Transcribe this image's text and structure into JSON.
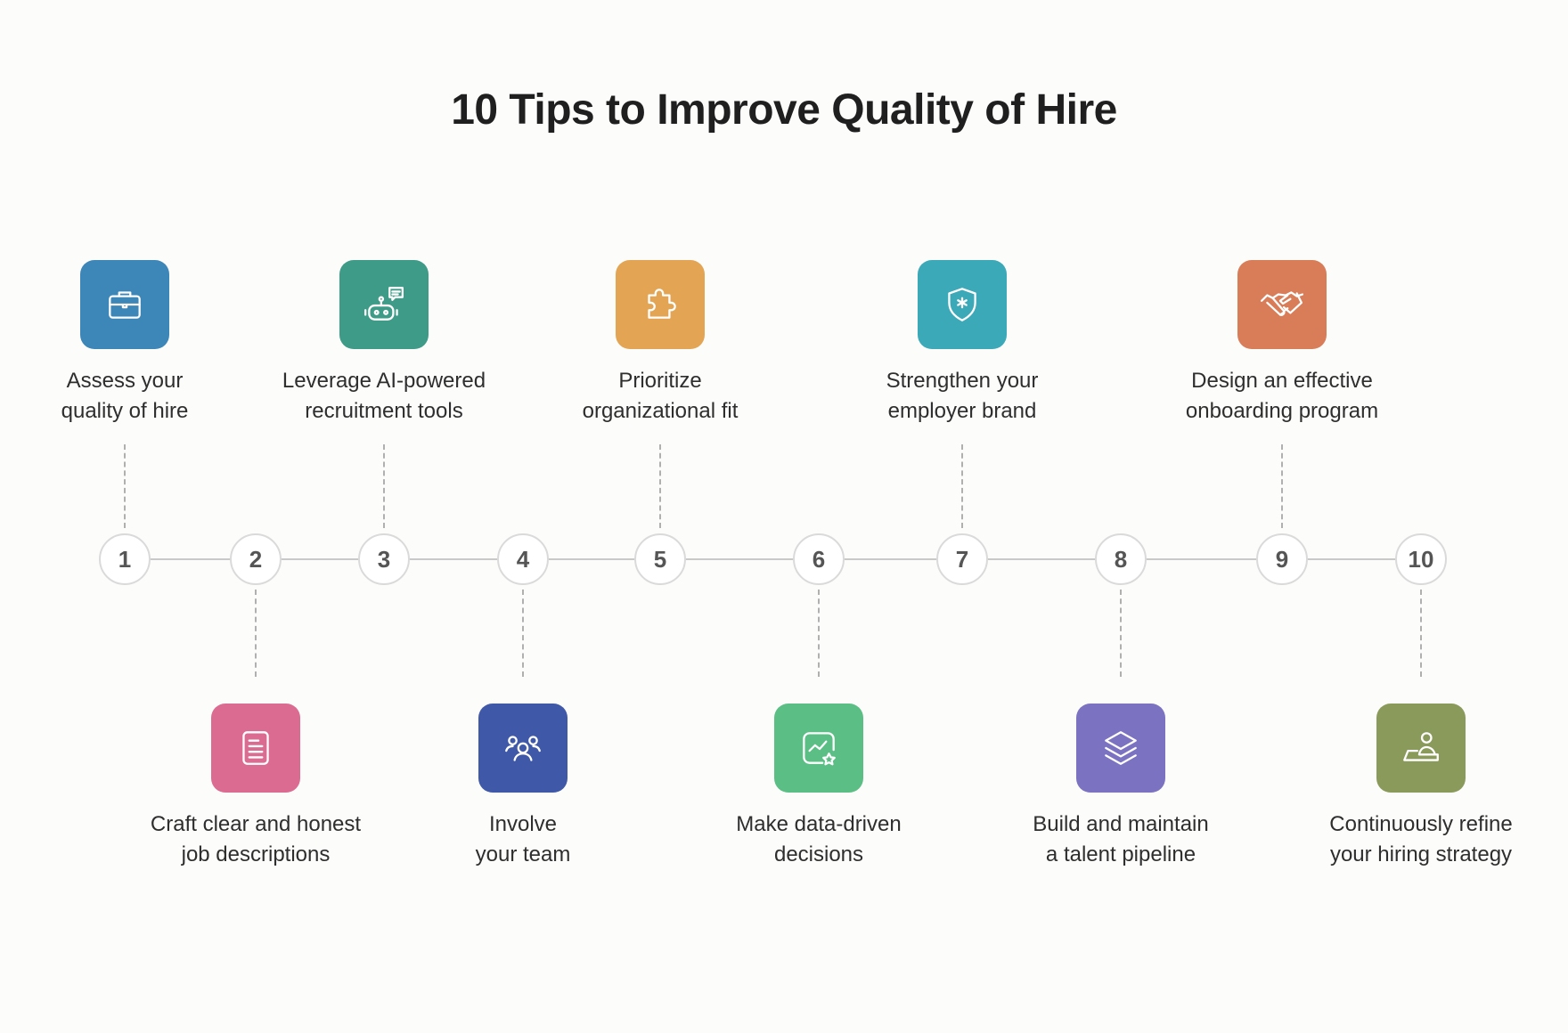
{
  "title": "10 Tips to Improve Quality of Hire",
  "tips": [
    {
      "number": "1",
      "line1": "Assess your",
      "line2": "quality of hire",
      "icon": "briefcase-icon",
      "color": "#3d86b8"
    },
    {
      "number": "2",
      "line1": "Craft clear and honest",
      "line2": "job descriptions",
      "icon": "document-icon",
      "color": "#dc6b92"
    },
    {
      "number": "3",
      "line1": "Leverage AI-powered",
      "line2": "recruitment tools",
      "icon": "robot-chat-icon",
      "color": "#3e9b87"
    },
    {
      "number": "4",
      "line1": "Involve",
      "line2": "your team",
      "icon": "team-icon",
      "color": "#3f58a8"
    },
    {
      "number": "5",
      "line1": "Prioritize",
      "line2": "organizational fit",
      "icon": "puzzle-icon",
      "color": "#e3a553"
    },
    {
      "number": "6",
      "line1": "Make data-driven",
      "line2": "decisions",
      "icon": "chart-star-icon",
      "color": "#5bbf85"
    },
    {
      "number": "7",
      "line1": "Strengthen your",
      "line2": "employer brand",
      "icon": "shield-star-icon",
      "color": "#3ba9b8"
    },
    {
      "number": "8",
      "line1": "Build and maintain",
      "line2": "a talent pipeline",
      "icon": "layers-icon",
      "color": "#7b72c1"
    },
    {
      "number": "9",
      "line1": "Design an effective",
      "line2": "onboarding program",
      "icon": "handshake-icon",
      "color": "#d97c58"
    },
    {
      "number": "10",
      "line1": "Continuously refine",
      "line2": "your hiring strategy",
      "icon": "user-laptop-icon",
      "color": "#8a9a5b"
    }
  ]
}
